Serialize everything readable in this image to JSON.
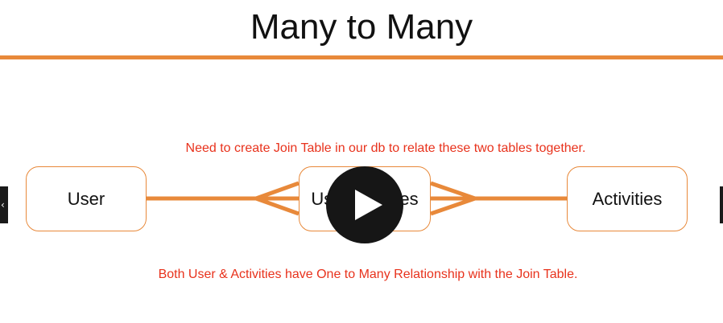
{
  "slide": {
    "title": "Many to Many",
    "note_top": "Need to create Join Table in our db to relate these two tables together.",
    "note_bottom": "Both User & Activities have One to Many Relationship with the Join Table."
  },
  "entities": {
    "user": "User",
    "join_table": "UserActivities",
    "activities": "Activities"
  },
  "relationships": [
    {
      "from": "User",
      "to": "UserActivities",
      "type": "one-to-many"
    },
    {
      "from": "Activities",
      "to": "UserActivities",
      "type": "one-to-many"
    }
  ],
  "video": {
    "play_icon": "play-icon",
    "prev_icon": "chevron-left-icon",
    "next_icon": "chevron-right-icon"
  },
  "colors": {
    "accent": "#e8893a",
    "note_text": "#e8321c",
    "player": "#161616"
  }
}
